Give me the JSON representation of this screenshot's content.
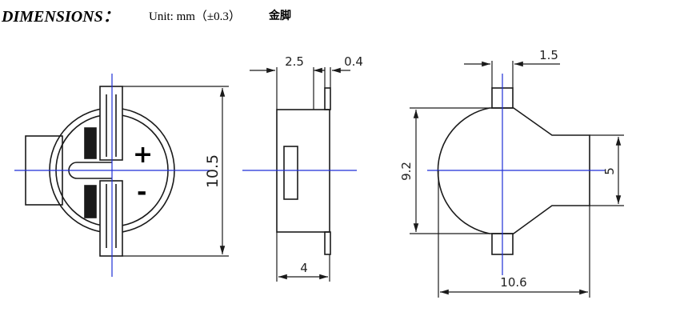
{
  "header": {
    "title": "DIMENSIONS：",
    "unit": "Unit: mm（±0.3）",
    "pin_note": "金脚"
  },
  "front_view": {
    "height": "10.5",
    "plus_sign": "+",
    "minus_sign": "-"
  },
  "side_view": {
    "depth_top": "2.5",
    "pin_thickness": "0.4",
    "body_depth": "4"
  },
  "back_view": {
    "pin_width": "1.5",
    "height": "9.2",
    "tab_height": "5",
    "width": "10.6"
  },
  "colors": {
    "outline": "#1a1a1a",
    "centerline": "#1f2fd6",
    "fill": "#1a1a1a"
  }
}
